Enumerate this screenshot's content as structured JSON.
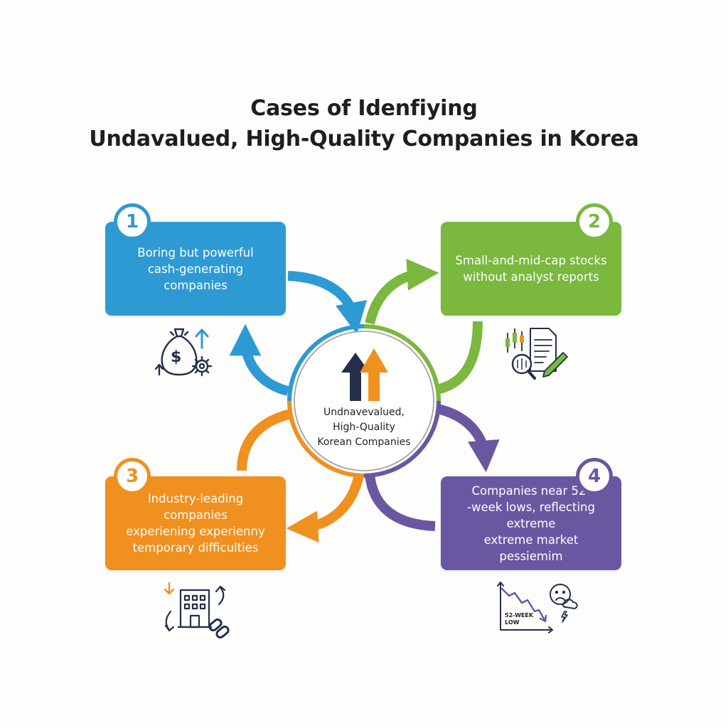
{
  "title": {
    "line1": "Cases of Idenfiying",
    "line2": "Undavalued, High-Quality Companies in Korea"
  },
  "center": {
    "line1": "Undnavevalued,",
    "line2": "High-Quality",
    "line3": "Korean Companies"
  },
  "cases": [
    {
      "number": "1",
      "color": "#2e9ad3",
      "lines": [
        "Boring but powerful",
        "cash-generating companies"
      ],
      "icon": "money-bag-gear-icon"
    },
    {
      "number": "2",
      "color": "#7ab83e",
      "lines": [
        "Small-and-mid-cap stocks",
        "without analyst reports"
      ],
      "icon": "candlestick-report-magnifier-icon"
    },
    {
      "number": "3",
      "color": "#f0901f",
      "lines": [
        "Industry-leading companies",
        "experiening experienny",
        "temporary difficulties"
      ],
      "icon": "building-chain-icon"
    },
    {
      "number": "4",
      "color": "#6a57a2",
      "lines": [
        "Companies near 52-",
        "-week lows, reflecting extreme",
        "extreme market pessiemim"
      ],
      "icon": "falling-chart-sad-cloud-icon"
    }
  ],
  "icon4_chart_label": {
    "line1": "52-WEEK",
    "line2": "LOW"
  },
  "colors": {
    "blue": "#2e9ad3",
    "green": "#7ab83e",
    "orange": "#f0901f",
    "purple": "#6a57a2",
    "navy": "#22304a"
  }
}
